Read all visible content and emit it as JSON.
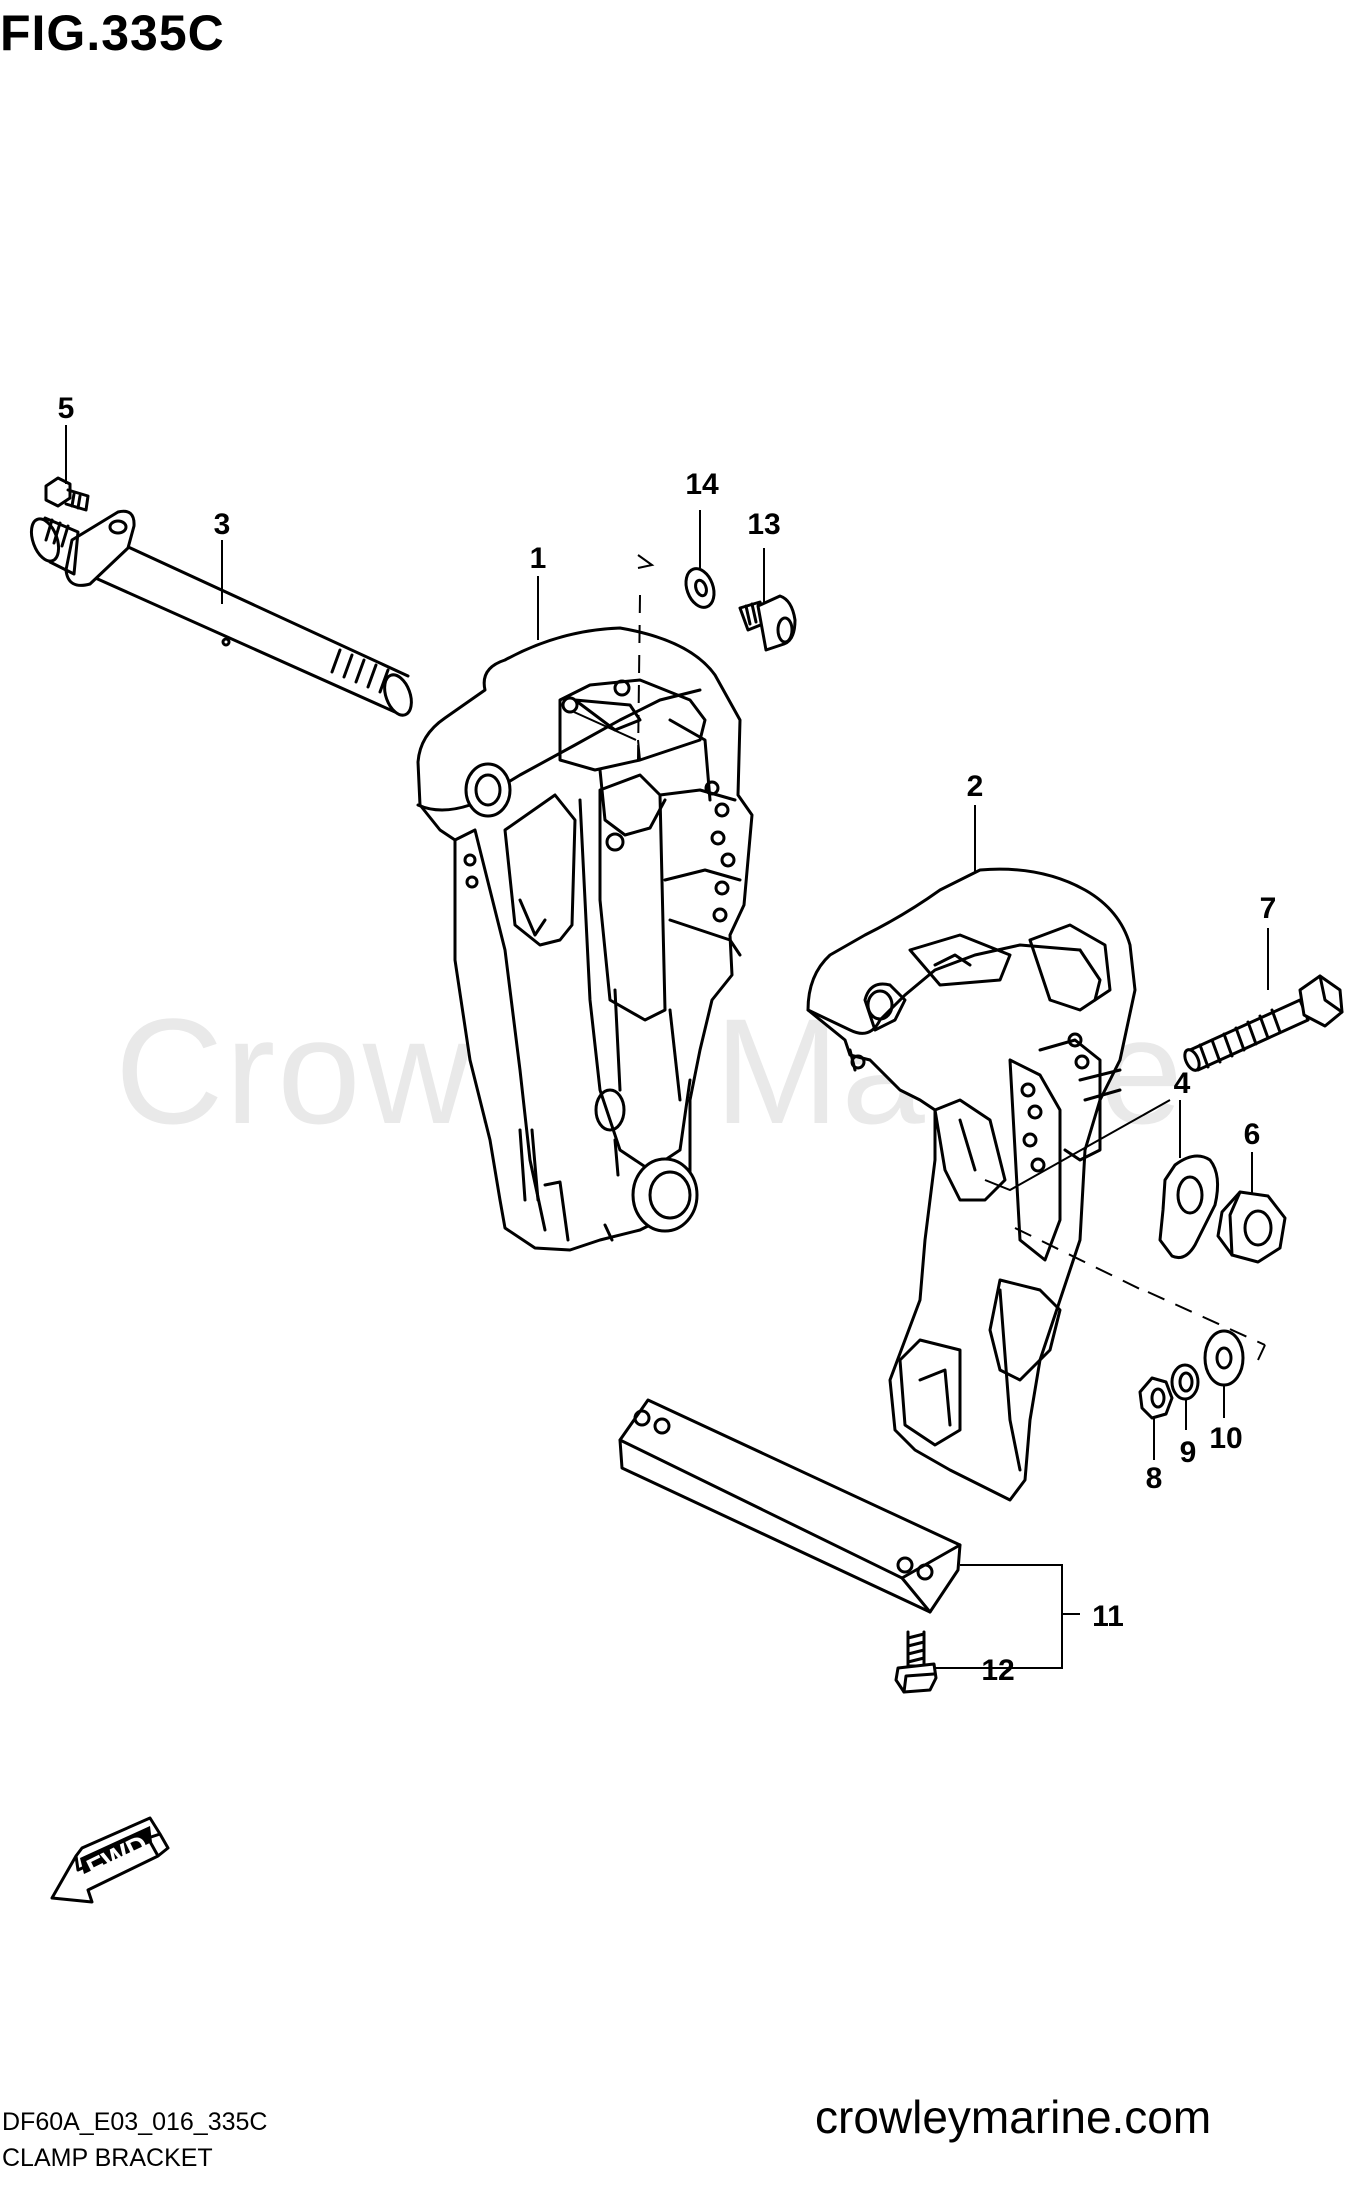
{
  "figure": {
    "title": "FIG.335C",
    "code": "DF60A_E03_016_335C",
    "caption": "CLAMP BRACKET",
    "website": "crowleymarine.com",
    "watermark": "Crowley Marine",
    "fwd_label": "FWD"
  },
  "callouts": [
    {
      "id": "1",
      "part": "clamp-bracket-left"
    },
    {
      "id": "2",
      "part": "clamp-bracket-right"
    },
    {
      "id": "3",
      "part": "clamp-shaft"
    },
    {
      "id": "4",
      "part": "plate"
    },
    {
      "id": "5",
      "part": "bolt"
    },
    {
      "id": "6",
      "part": "nut"
    },
    {
      "id": "7",
      "part": "bolt"
    },
    {
      "id": "8",
      "part": "nut"
    },
    {
      "id": "9",
      "part": "lock-washer"
    },
    {
      "id": "10",
      "part": "washer"
    },
    {
      "id": "11",
      "part": "plate"
    },
    {
      "id": "12",
      "part": "bolt"
    },
    {
      "id": "13",
      "part": "screw"
    },
    {
      "id": "14",
      "part": "washer"
    }
  ],
  "colors": {
    "line": "#000000",
    "watermark": "#e9e9e9",
    "background": "#ffffff"
  }
}
